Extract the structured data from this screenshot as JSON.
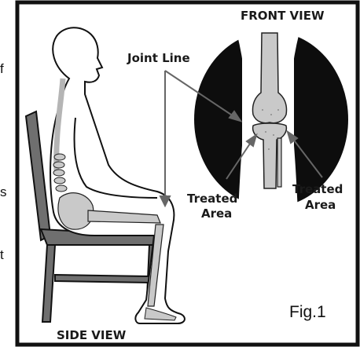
{
  "labels": {
    "front_view": "FRONT VIEW",
    "joint_line": "Joint Line",
    "treated_left_1": "Treated",
    "treated_left_2": "Area",
    "treated_right_1": "Treated",
    "treated_right_2": "Area",
    "side_view": "SIDE VIEW",
    "fig": "Fig.1"
  },
  "edge_fragments": [
    "f",
    "s",
    "t"
  ],
  "colors": {
    "frame": "#111111",
    "dark_disc": "#0d0d0d",
    "bone": "#c9c9c9",
    "chair": "#6f6f6f",
    "skin": "#ffffff"
  }
}
